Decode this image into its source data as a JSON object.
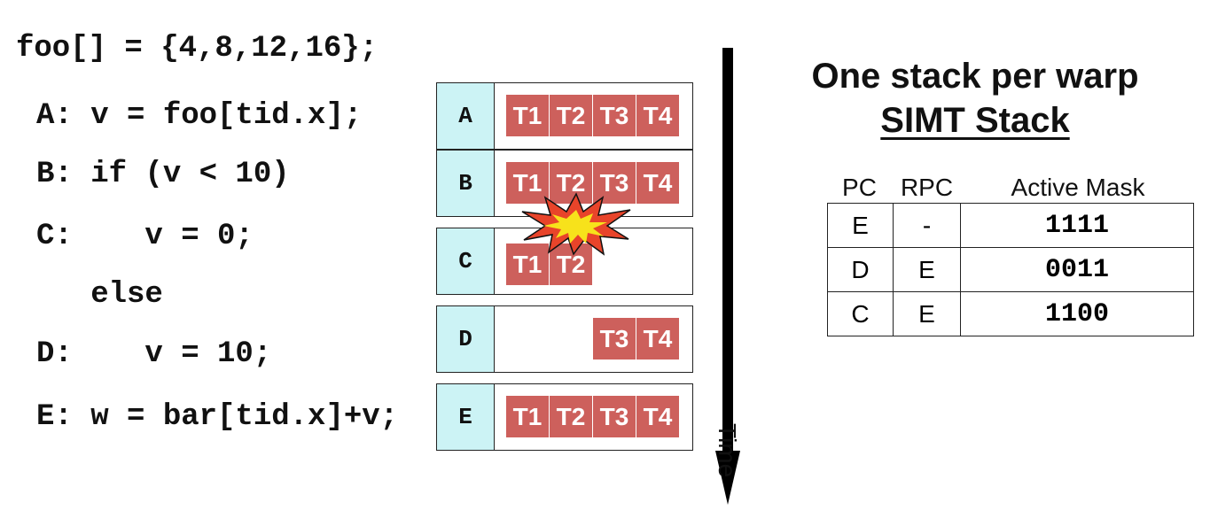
{
  "code": {
    "line0": "foo[] = {4,8,12,16};",
    "lineA": "A: v = foo[tid.x];",
    "lineB": "B: if (v < 10)",
    "lineC": "C:    v = 0;",
    "lineElse": "   else",
    "lineD": "D:    v = 10;",
    "lineE": "E: w = bar[tid.x]+v;"
  },
  "blocks": [
    {
      "label": "A",
      "threads": [
        "T1",
        "T2",
        "T3",
        "T4"
      ]
    },
    {
      "label": "B",
      "threads": [
        "T1",
        "T2",
        "T3",
        "T4"
      ]
    },
    {
      "label": "C",
      "threads": [
        "T1",
        "T2"
      ]
    },
    {
      "label": "D",
      "threads": [
        "T3",
        "T4"
      ]
    },
    {
      "label": "E",
      "threads": [
        "T1",
        "T2",
        "T3",
        "T4"
      ]
    }
  ],
  "time_label": "Time",
  "stack": {
    "title1": "One stack per warp",
    "title2": "SIMT Stack",
    "headers": {
      "pc": "PC",
      "rpc": "RPC",
      "mask": "Active Mask"
    },
    "rows": [
      {
        "pc": "E",
        "rpc": "-",
        "mask": "1111"
      },
      {
        "pc": "D",
        "rpc": "E",
        "mask": "0011"
      },
      {
        "pc": "C",
        "rpc": "E",
        "mask": "1100"
      }
    ]
  },
  "colors": {
    "thread_fill": "#cd605c",
    "label_fill": "#ccf3f5",
    "burst_outer": "#e8442a",
    "burst_inner": "#f7e21b"
  }
}
